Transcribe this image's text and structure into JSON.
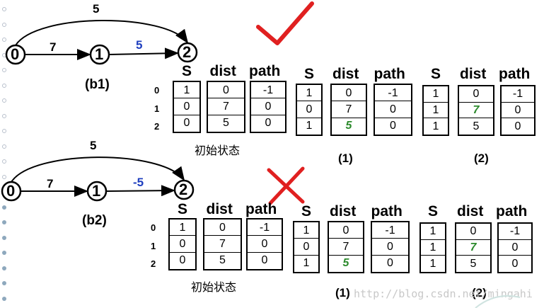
{
  "graphs": [
    {
      "nodes": [
        "0",
        "1",
        "2"
      ],
      "edge_01": "7",
      "edge_12": "5",
      "edge_02": "5",
      "caption": "(b1)",
      "mark": "check"
    },
    {
      "nodes": [
        "0",
        "1",
        "2"
      ],
      "edge_01": "7",
      "edge_12": "-5",
      "edge_02": "5",
      "caption": "(b2)",
      "mark": "cross"
    }
  ],
  "row_labels": [
    "0",
    "1",
    "2"
  ],
  "headers": {
    "s": "S",
    "dist": "dist",
    "path": "path"
  },
  "tables": [
    {
      "states": [
        {
          "caption": "初始状态",
          "S": [
            "1",
            "0",
            "0"
          ],
          "dist": [
            "0",
            "7",
            "5"
          ],
          "path": [
            "-1",
            "0",
            "0"
          ],
          "highlight": []
        },
        {
          "caption": "(1)",
          "S": [
            "1",
            "0",
            "1"
          ],
          "dist": [
            "0",
            "7",
            "5"
          ],
          "path": [
            "-1",
            "0",
            "0"
          ],
          "highlight": [
            2
          ]
        },
        {
          "caption": "(2)",
          "S": [
            "1",
            "1",
            "1"
          ],
          "dist": [
            "0",
            "7",
            "5"
          ],
          "path": [
            "-1",
            "0",
            "0"
          ],
          "highlight": [
            1
          ]
        }
      ]
    },
    {
      "states": [
        {
          "caption": "初始状态",
          "S": [
            "1",
            "0",
            "0"
          ],
          "dist": [
            "0",
            "7",
            "5"
          ],
          "path": [
            "-1",
            "0",
            "0"
          ],
          "highlight": []
        },
        {
          "caption": "(1)",
          "S": [
            "1",
            "0",
            "1"
          ],
          "dist": [
            "0",
            "7",
            "5"
          ],
          "path": [
            "-1",
            "0",
            "0"
          ],
          "highlight": [
            2
          ]
        },
        {
          "caption": "(2)",
          "S": [
            "1",
            "1",
            "1"
          ],
          "dist": [
            "0",
            "7",
            "5"
          ],
          "path": [
            "-1",
            "0",
            "0"
          ],
          "highlight": [
            1
          ]
        }
      ]
    }
  ],
  "colors": {
    "check": "#e02020",
    "cross": "#e02020",
    "highlight": "#2c8a2c",
    "weight_blue": "#1f3fbf"
  },
  "watermark": "http://blog.csdn.net/mingahi"
}
